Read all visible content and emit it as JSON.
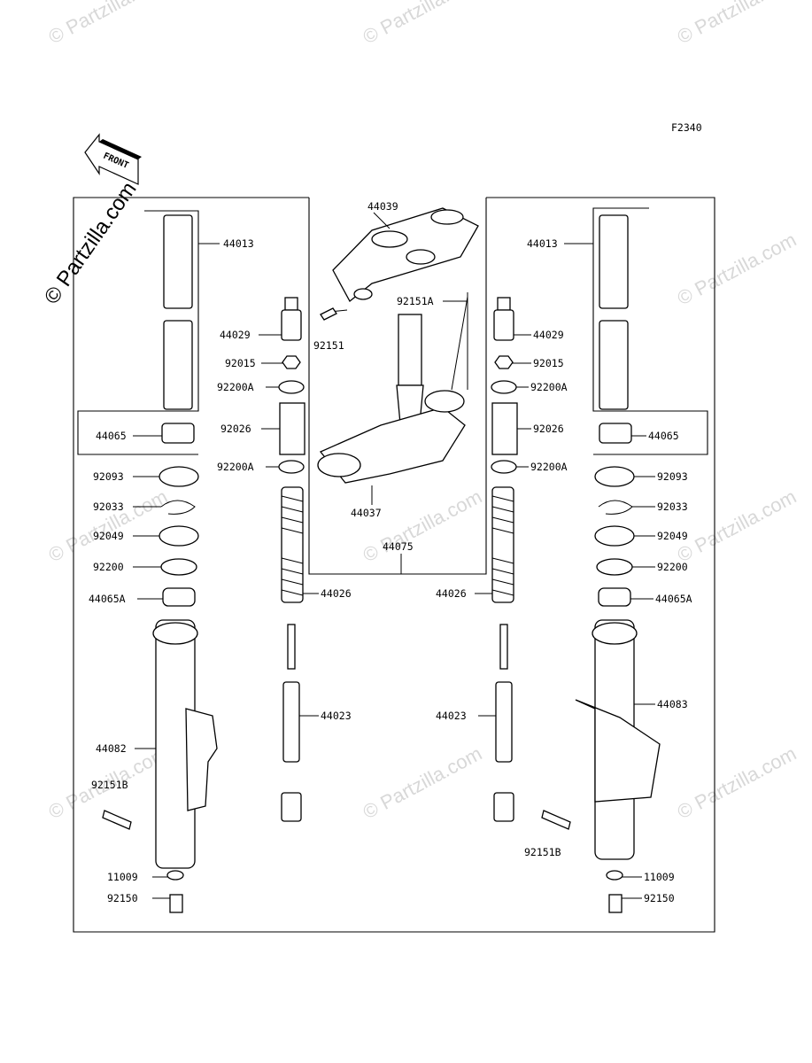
{
  "diagram_id": "F2340",
  "front_label": "FRONT",
  "watermark": "© Partzilla.com",
  "labels": {
    "p44039": "44039",
    "p44013_l": "44013",
    "p44013_r": "44013",
    "p92151A": "92151A",
    "p44029_l": "44029",
    "p44029_r": "44029",
    "p92151": "92151",
    "p92015_l": "92015",
    "p92015_r": "92015",
    "p92200A_l1": "92200A",
    "p92200A_r1": "92200A",
    "p92026_l": "92026",
    "p92026_r": "92026",
    "p44065_l": "44065",
    "p44065_r": "44065",
    "p92200A_l2": "92200A",
    "p92200A_r2": "92200A",
    "p92093_l": "92093",
    "p92093_r": "92093",
    "p44037": "44037",
    "p92033_l": "92033",
    "p92033_r": "92033",
    "p92049_l": "92049",
    "p92049_r": "92049",
    "p44075": "44075",
    "p92200_l": "92200",
    "p92200_r": "92200",
    "p44026_l": "44026",
    "p44026_r": "44026",
    "p44065A_l": "44065A",
    "p44065A_r": "44065A",
    "p44083": "44083",
    "p44023_l": "44023",
    "p44023_r": "44023",
    "p44082": "44082",
    "p92151B_l": "92151B",
    "p92151B_r": "92151B",
    "p11009_l": "11009",
    "p11009_r": "11009",
    "p92150_l": "92150",
    "p92150_r": "92150"
  }
}
